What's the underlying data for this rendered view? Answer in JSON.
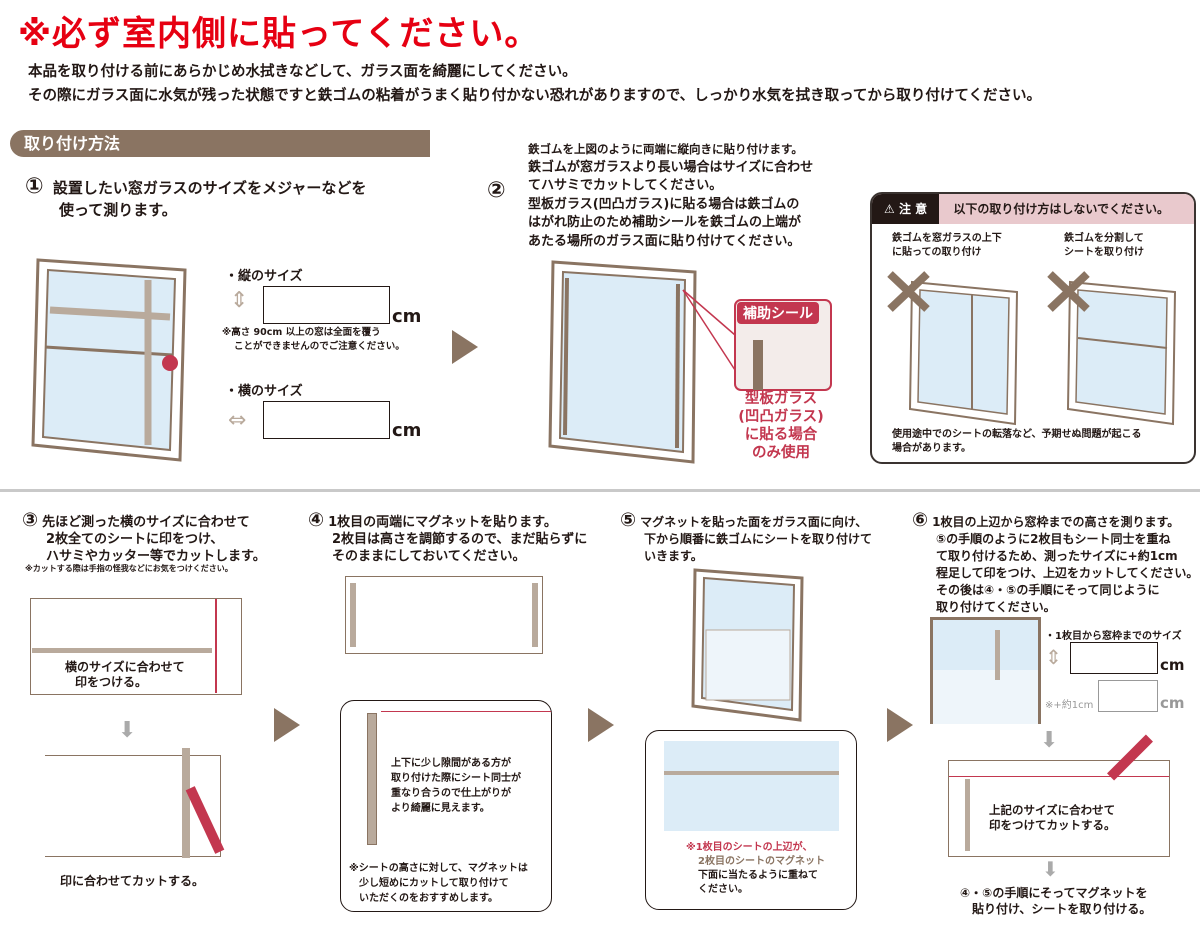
{
  "title": "※必ず室内側に貼ってください。",
  "intro": [
    "本品を取り付ける前にあらかじめ水拭きなどして、ガラス面を綺麗にしてください。",
    "その際にガラス面に水気が残った状態ですと鉄ゴムの粘着がうまく貼り付かない恐れがありますので、しっかり水気を拭き取ってから取り付けてください。"
  ],
  "section_title": "取り付け方法",
  "step1": {
    "num": "①",
    "text": [
      "設置したい窓ガラスのサイズをメジャーなどを",
      "使って測ります。"
    ],
    "height_label": "・縦のサイズ",
    "unit": "cm",
    "note": [
      "※高さ 90cm 以上の窓は全面を覆う",
      "ことができませんのでご注意ください。"
    ],
    "width_label": "・横のサイズ"
  },
  "step2": {
    "num": "②",
    "text": [
      "鉄ゴムを上図のように両端に縦向きに貼り付けます。",
      "鉄ゴムが窓ガラスより長い場合はサイズに合わせ",
      "てハサミでカットしてください。",
      "型板ガラス(凹凸ガラス)に貼る場合は鉄ゴムの",
      "はがれ防止のため補助シールを鉄ゴムの上端が",
      "あたる場所のガラス面に貼り付けてください。"
    ],
    "seal_label": "補助シール",
    "seal_note": [
      "型板ガラス",
      "(凹凸ガラス)",
      "に貼る場合",
      "のみ使用"
    ]
  },
  "caution": {
    "label": "注 意",
    "header": "以下の取り付け方はしないでください。",
    "case1": [
      "鉄ゴムを窓ガラスの上下",
      "に貼っての取り付け"
    ],
    "case2": [
      "鉄ゴムを分割して",
      "シートを取り付け"
    ],
    "footer": [
      "使用途中でのシートの転落など、予期せぬ問題が起こる",
      "場合があります。"
    ]
  },
  "step3": {
    "num": "③",
    "text": [
      "先ほど測った横のサイズに合わせて",
      "2枚全てのシートに印をつけ、",
      "ハサミやカッター等でカットします。"
    ],
    "note": "※カットする際は手指の怪我などにお気をつけください。",
    "mark_label": [
      "横のサイズに合わせて",
      "印をつける。"
    ],
    "cut_label": "印に合わせてカットする。"
  },
  "step4": {
    "num": "④",
    "text": [
      "1枚目の両端にマグネットを貼ります。",
      "2枚目は高さを調節するので、まだ貼らずに",
      "そのままにしておいてください。"
    ],
    "bubble_text": [
      "上下に少し隙間がある方が",
      "取り付けた際にシート同士が",
      "重なり合うので仕上がりが",
      "より綺麗に見えます。"
    ],
    "note": [
      "※シートの高さに対して、マグネットは",
      "少し短めにカットして取り付けて",
      "いただくのをおすすめします。"
    ]
  },
  "step5": {
    "num": "⑤",
    "text": [
      "マグネットを貼った面をガラス面に向け、",
      "下から順番に鉄ゴムにシートを取り付けて",
      "いきます。"
    ],
    "note": [
      "※1枚目のシートの上辺が、",
      "2枚目のシートのマグネット",
      "下面に当たるように重ねて",
      "ください。"
    ]
  },
  "step6": {
    "num": "⑥",
    "text": [
      "1枚目の上辺から窓枠までの高さを測ります。",
      "⑤の手順のように2枚目もシート同士を重ね",
      "て取り付けるため、測ったサイズに+約1cm",
      "程足して印をつけ、上辺をカットしてください。",
      "その後は④・⑤の手順にそって同じように",
      "取り付けてください。"
    ],
    "size_label": "・1枚目から窓枠までのサイズ",
    "plus_label": "※+約1cm",
    "unit": "cm",
    "mark_label": [
      "上記のサイズに合わせて",
      "印をつけてカットする。"
    ],
    "final": [
      "④・⑤の手順にそってマグネットを",
      "貼り付け、シートを取り付ける。"
    ]
  },
  "colors": {
    "title": "#e60012",
    "brown": "#8a7462",
    "glass": "#dcecf7",
    "pink": "#c3374f"
  }
}
